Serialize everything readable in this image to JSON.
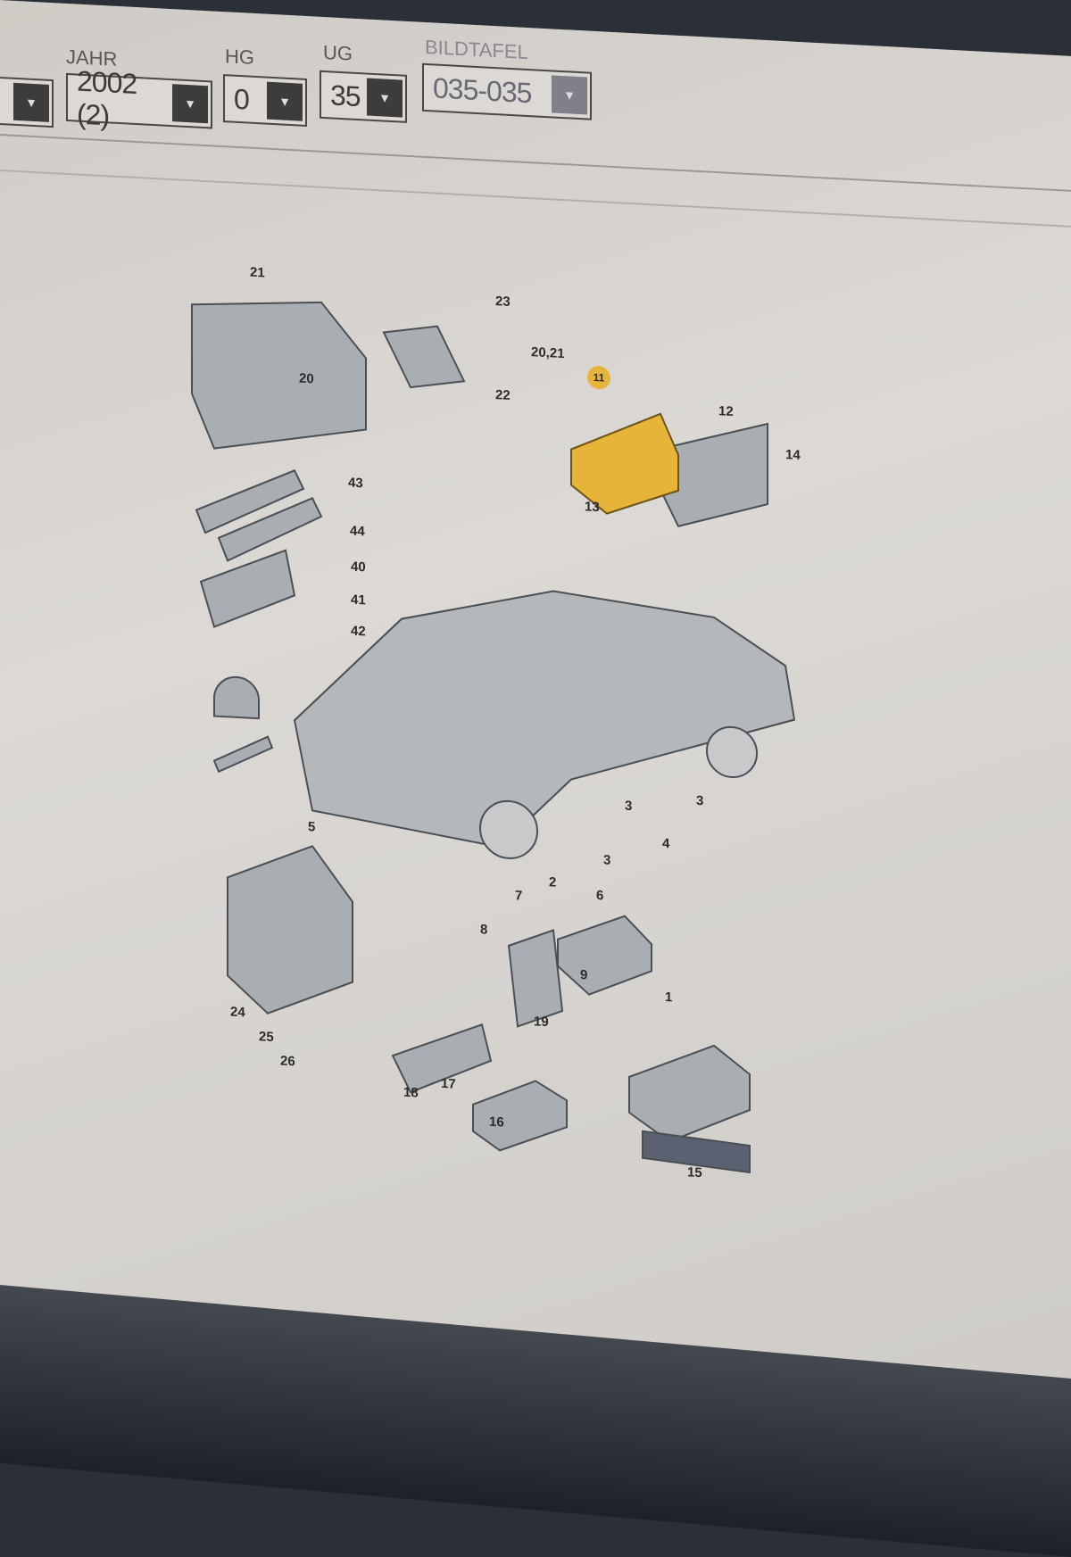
{
  "toolbar": {
    "fields": [
      {
        "label": "",
        "value": ""
      },
      {
        "label": "JAHR",
        "value": "2002 (2)"
      },
      {
        "label": "HG",
        "value": "0"
      },
      {
        "label": "UG",
        "value": "35"
      },
      {
        "label": "BILDTAFEL",
        "value": "035-035"
      }
    ],
    "dropdown_icon": "triangle-down"
  },
  "diagram": {
    "highlight_color": "#e7b43a",
    "callouts": [
      "21",
      "20",
      "23",
      "20,21",
      "22",
      "11",
      "12",
      "14",
      "13",
      "43",
      "44",
      "40",
      "41",
      "42",
      "2",
      "3",
      "3",
      "4",
      "3",
      "5",
      "6",
      "7",
      "8",
      "9",
      "1",
      "19",
      "15",
      "16",
      "17",
      "18",
      "24",
      "25",
      "26"
    ],
    "highlighted_callout": "11"
  }
}
